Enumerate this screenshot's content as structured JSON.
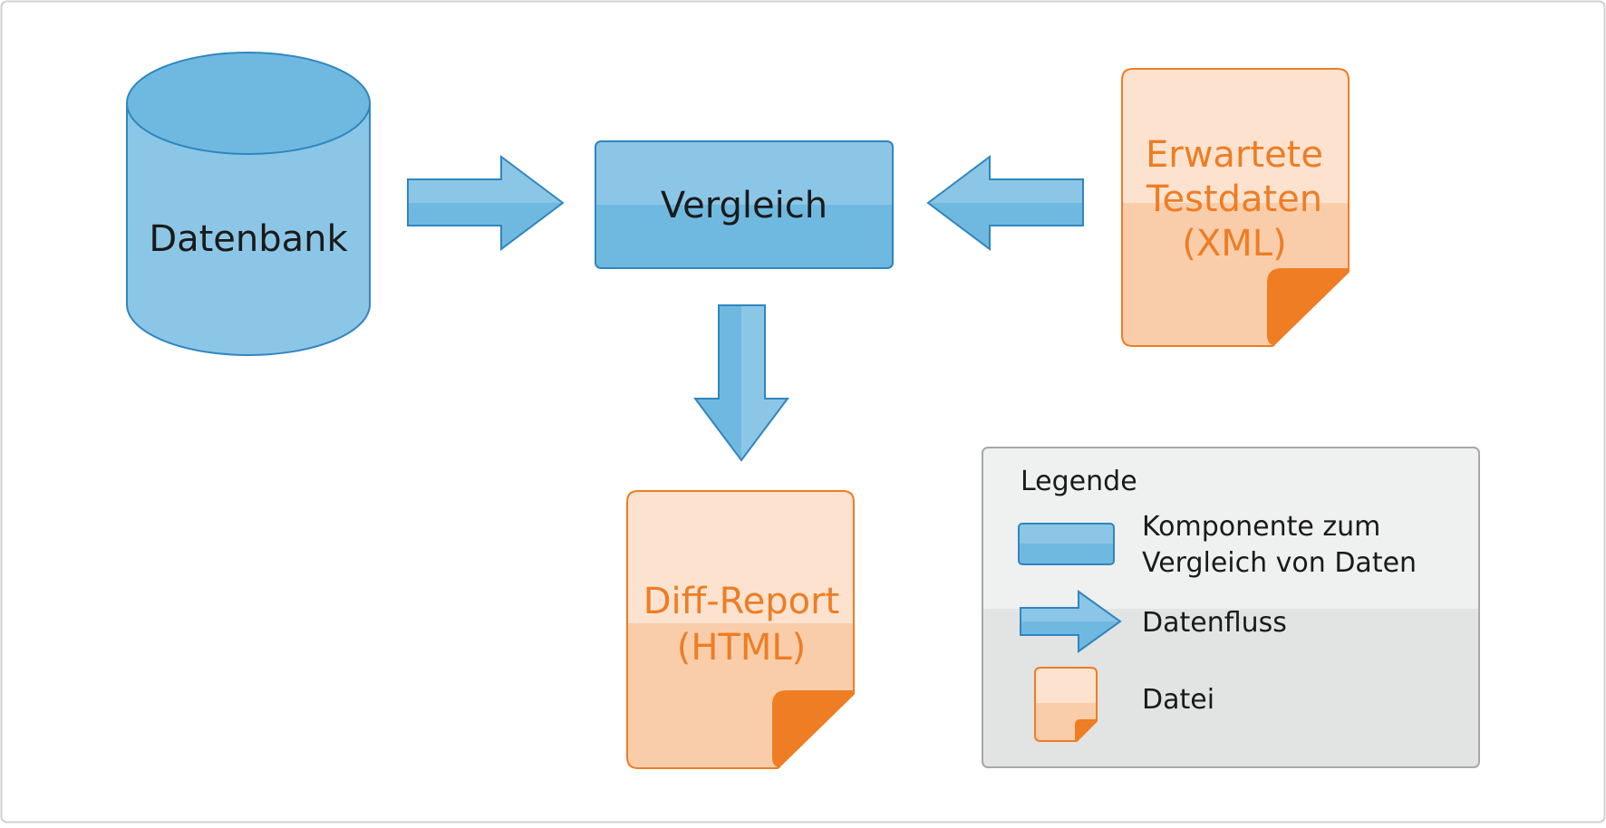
{
  "colors": {
    "blue_light": "#8cc6e6",
    "blue_mid": "#6fb9e0",
    "blue_stroke": "#2f86c0",
    "orange_light": "#fde3cf",
    "orange_mid": "#facdaa",
    "orange_accent": "#ee7d24",
    "legend_top": "#eff0f0",
    "legend_bottom": "#e2e3e3",
    "legend_stroke": "#a8a8a8",
    "frame_stroke": "#d0d0d0"
  },
  "nodes": {
    "database": {
      "label": "Datenbank",
      "icon": "database-cylinder"
    },
    "comparison": {
      "label": "Vergleich",
      "icon": "component-box"
    },
    "expected_file": {
      "lines": [
        "Erwartete",
        "Testdaten",
        "(XML)"
      ],
      "icon": "file-icon"
    },
    "diff_report": {
      "lines": [
        "Diff-Report",
        "(HTML)"
      ],
      "icon": "file-icon"
    }
  },
  "edges": [
    {
      "from": "Datenbank",
      "to": "Vergleich"
    },
    {
      "from": "Erwartete Testdaten (XML)",
      "to": "Vergleich"
    },
    {
      "from": "Vergleich",
      "to": "Diff-Report (HTML)"
    }
  ],
  "legend": {
    "title": "Legende",
    "component_lines": [
      "Komponente zum",
      "Vergleich von Daten"
    ],
    "flow_label": "Datenfluss",
    "file_label": "Datei"
  }
}
